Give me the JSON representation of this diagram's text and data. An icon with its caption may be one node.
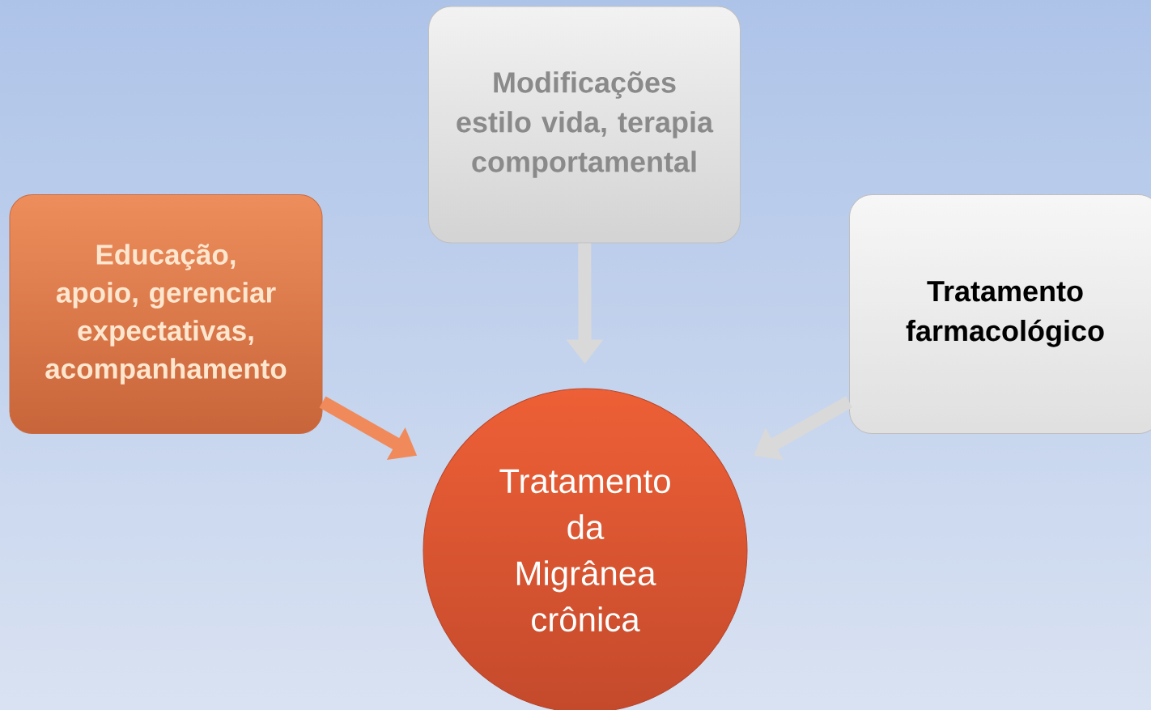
{
  "diagram": {
    "nodes": [
      {
        "text": [
          "Modificações estilo vida, terapia comportamental"
        ]
      },
      {
        "text": [
          "Educação, apoio, gerenciar expectativas, acompanhamento"
        ]
      },
      {
        "text": [
          "Tratamento farmacológico"
        ]
      },
      {
        "text": [
          "Tratamento da Migrânea crônica"
        ]
      }
    ],
    "edges": [
      {
        "from": 0,
        "to": 3,
        "arrow": "to"
      },
      {
        "from": 1,
        "to": 3,
        "arrow": "to",
        "color": "#f08a5a"
      },
      {
        "from": 2,
        "to": 3,
        "arrow": "to"
      }
    ]
  }
}
